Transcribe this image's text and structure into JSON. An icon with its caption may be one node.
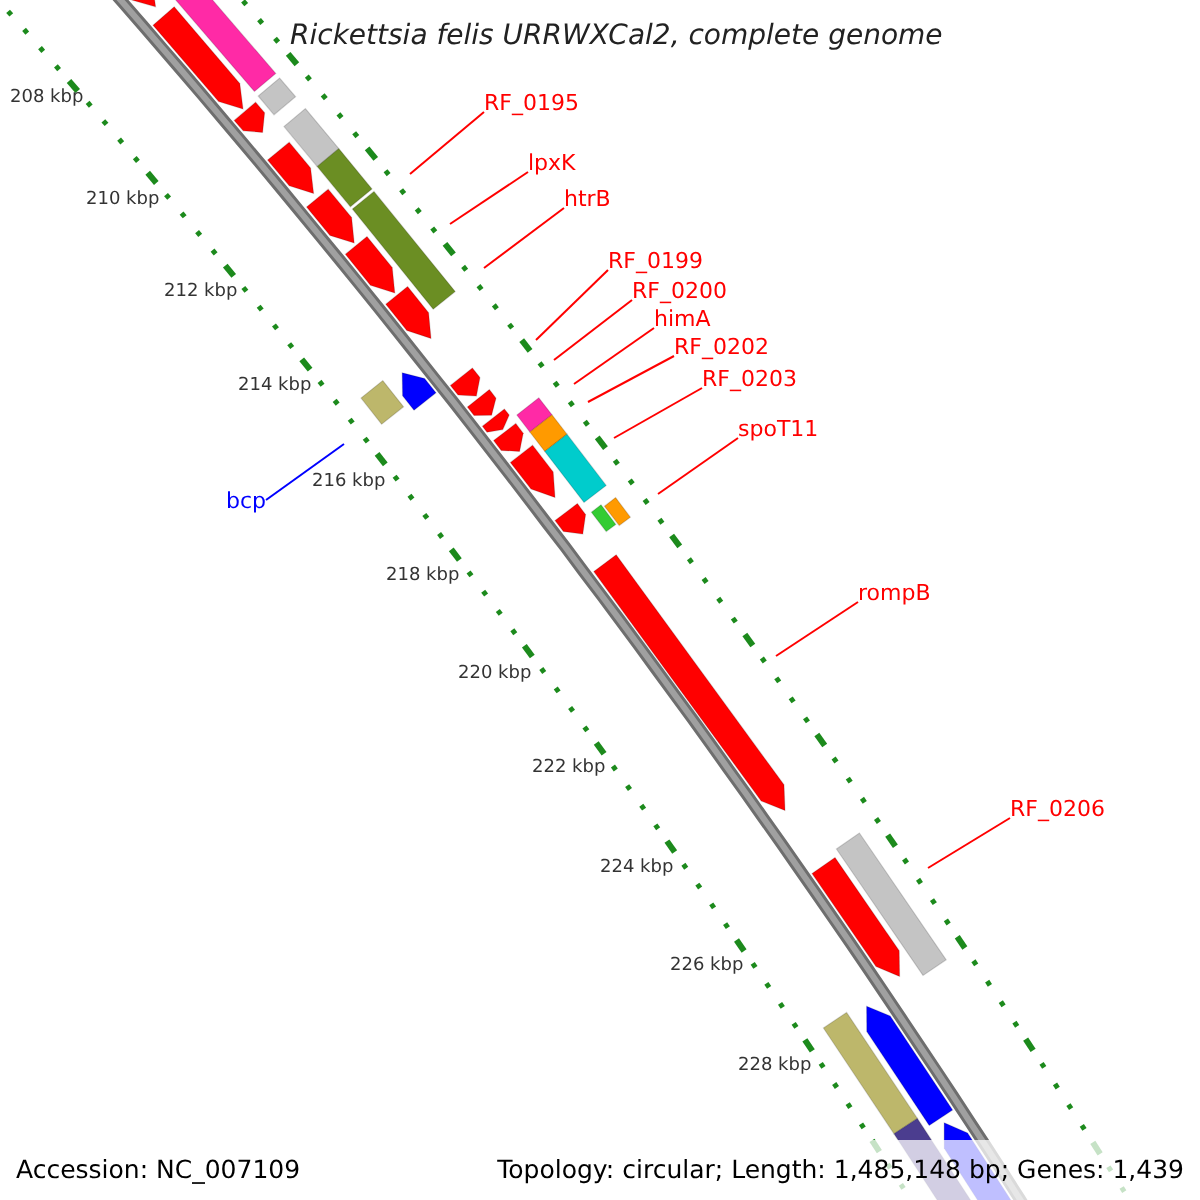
{
  "diagram": {
    "title": "Rickettsia felis URRWXCal2, complete genome",
    "nodes": [
      {
        "text": [
          "RF_0195"
        ]
      },
      {
        "text": [
          "lpxK"
        ]
      },
      {
        "text": [
          "htrB"
        ]
      },
      {
        "text": [
          "RF_0199"
        ]
      },
      {
        "text": [
          "RF_0200"
        ]
      },
      {
        "text": [
          "himA"
        ]
      },
      {
        "text": [
          "RF_0202"
        ]
      },
      {
        "text": [
          "RF_0203"
        ]
      },
      {
        "text": [
          "spoT11"
        ]
      },
      {
        "text": [
          "rompB"
        ]
      },
      {
        "text": [
          "RF_0206"
        ]
      },
      {
        "text": [
          "bcp"
        ]
      }
    ],
    "edges": [
      {
        "from": 0,
        "to": null,
        "arrow": "none"
      },
      {
        "from": 1,
        "to": null,
        "arrow": "none"
      },
      {
        "from": 2,
        "to": null,
        "arrow": "none"
      },
      {
        "from": 3,
        "to": null,
        "arrow": "none"
      },
      {
        "from": 4,
        "to": null,
        "arrow": "none"
      },
      {
        "from": 5,
        "to": null,
        "arrow": "none"
      },
      {
        "from": 6,
        "to": null,
        "arrow": "none"
      },
      {
        "from": 7,
        "to": null,
        "arrow": "none"
      },
      {
        "from": 8,
        "to": null,
        "arrow": "none"
      },
      {
        "from": 9,
        "to": null,
        "arrow": "none"
      },
      {
        "from": 10,
        "to": null,
        "arrow": "none"
      },
      {
        "from": 11,
        "to": null,
        "arrow": "none",
        "color": "#0000ff"
      }
    ],
    "labels": [
      "208 kbp",
      "210 kbp",
      "212 kbp",
      "214 kbp",
      "216 kbp",
      "218 kbp",
      "220 kbp",
      "222 kbp",
      "224 kbp",
      "226 kbp",
      "228 kbp",
      "Accession: NC_007109",
      "Topology: circular; Length: 1,485,148 bp; Genes: 1,439"
    ]
  }
}
